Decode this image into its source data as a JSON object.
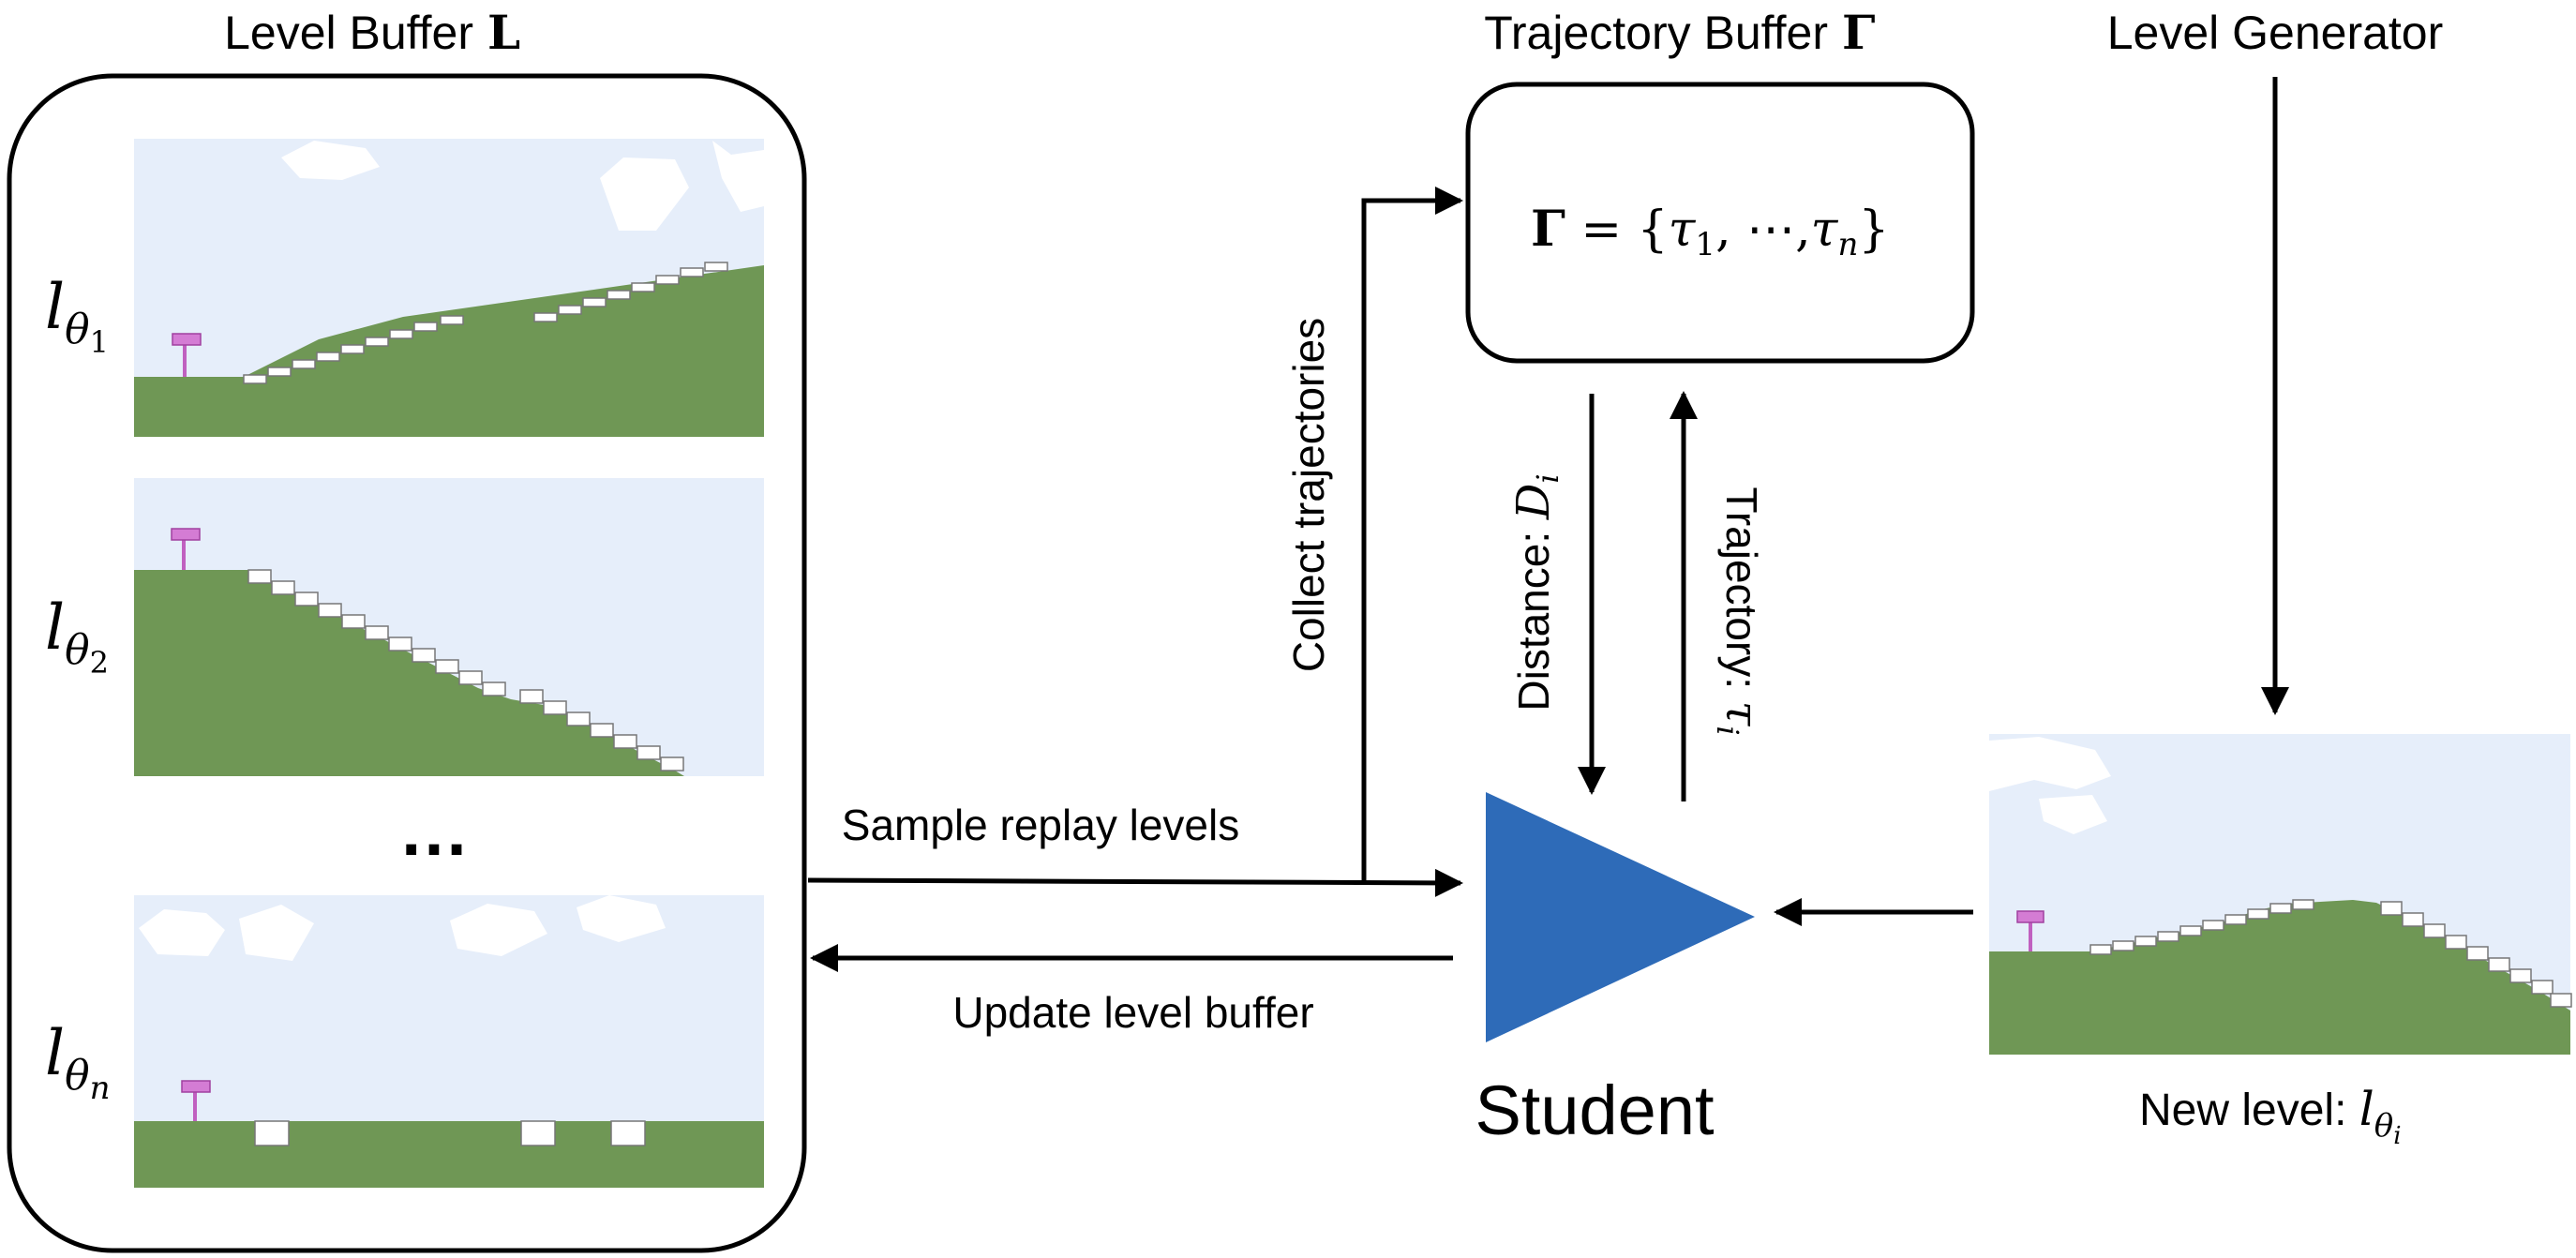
{
  "level_buffer": {
    "title": "Level Buffer",
    "title_symbol": "L",
    "ellipsis": "…",
    "levels": [
      {
        "label": "l",
        "sub": "θ",
        "subsub": "1"
      },
      {
        "label": "l",
        "sub": "θ",
        "subsub": "2"
      },
      {
        "label": "l",
        "sub": "θ",
        "subsub": "n"
      }
    ]
  },
  "trajectory_buffer": {
    "title": "Trajectory Buffer",
    "title_symbol": "Γ",
    "formula": {
      "lhs": "Γ",
      "eq": " = {",
      "t1": "τ",
      "t1_sub": "1",
      "mid": ", ⋯,",
      "tn": "τ",
      "tn_sub": "n",
      "close": "}"
    }
  },
  "level_generator": {
    "title": "Level Generator"
  },
  "student": {
    "label": "Student",
    "color": "#2e6bb8"
  },
  "edges": {
    "collect_trajectories": "Collect trajectories",
    "sample_replay_levels": "Sample replay levels",
    "update_level_buffer": "Update level buffer",
    "distance": {
      "text": "Distance: ",
      "var": "D",
      "sub": "i"
    },
    "trajectory": {
      "text": "Trajectory: ",
      "var": "τ",
      "sub": "i"
    }
  },
  "new_level": {
    "text": "New level: ",
    "var": "l",
    "sub": "θ",
    "subsub": "i"
  },
  "colors": {
    "sky": "#e6eefa",
    "grass": "#6f9755",
    "flag": "#d47cd4",
    "step": "#ffffff",
    "cloud": "#ffffff"
  }
}
